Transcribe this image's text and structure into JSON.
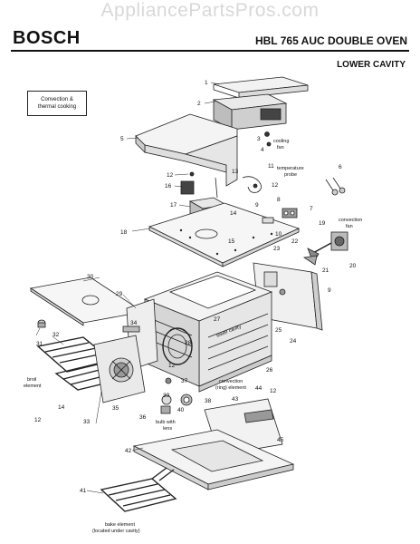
{
  "watermark": "AppliancePartsPros.com",
  "header": {
    "brand": "BOSCH",
    "model": "HBL 765 AUC DOUBLE OVEN",
    "section": "LOWER CAVITY"
  },
  "note": {
    "line1": "Convection &",
    "line2": "thermal cooking"
  },
  "callouts": {
    "c1": "1",
    "c2": "2",
    "c3": "3",
    "c4": "4",
    "c5": "5",
    "c6": "6",
    "c7": "7",
    "c8": "8",
    "c9": "9",
    "c9b": "9",
    "c10": "10",
    "c11": "11",
    "c12a": "12",
    "c12b": "12",
    "c12c": "12",
    "c12d": "12",
    "c12e": "12",
    "c13": "13",
    "c14a": "14",
    "c14b": "14",
    "c15": "15",
    "c16": "16",
    "c17": "17",
    "c18": "18",
    "c19": "19",
    "c20": "20",
    "c21": "21",
    "c22": "22",
    "c23": "23",
    "c24": "24",
    "c25": "25",
    "c26": "26",
    "c27": "27",
    "c28": "28",
    "c29": "29",
    "c30": "30",
    "c31": "31",
    "c32": "32",
    "c33": "33",
    "c34": "34",
    "c35": "35",
    "c36": "36",
    "c37": "37",
    "c38": "38",
    "c39": "39",
    "c40": "40",
    "c41": "41",
    "c42": "42",
    "c43": "43",
    "c44": "44",
    "c45": "45"
  },
  "labels": {
    "cooling_fan_1": "cooling",
    "cooling_fan_2": "fan",
    "temp_probe_1": "temperature",
    "temp_probe_2": "probe",
    "conv_fan_1": "convection",
    "conv_fan_2": "fan",
    "lower_cavity": "lower cavity",
    "ring_1": "convection",
    "ring_2": "(ring) element",
    "broil_1": "broil",
    "broil_2": "element",
    "bulb_1": "bulb with",
    "bulb_2": "lens",
    "bake_1": "bake element",
    "bake_2": "(located under cavity)"
  }
}
